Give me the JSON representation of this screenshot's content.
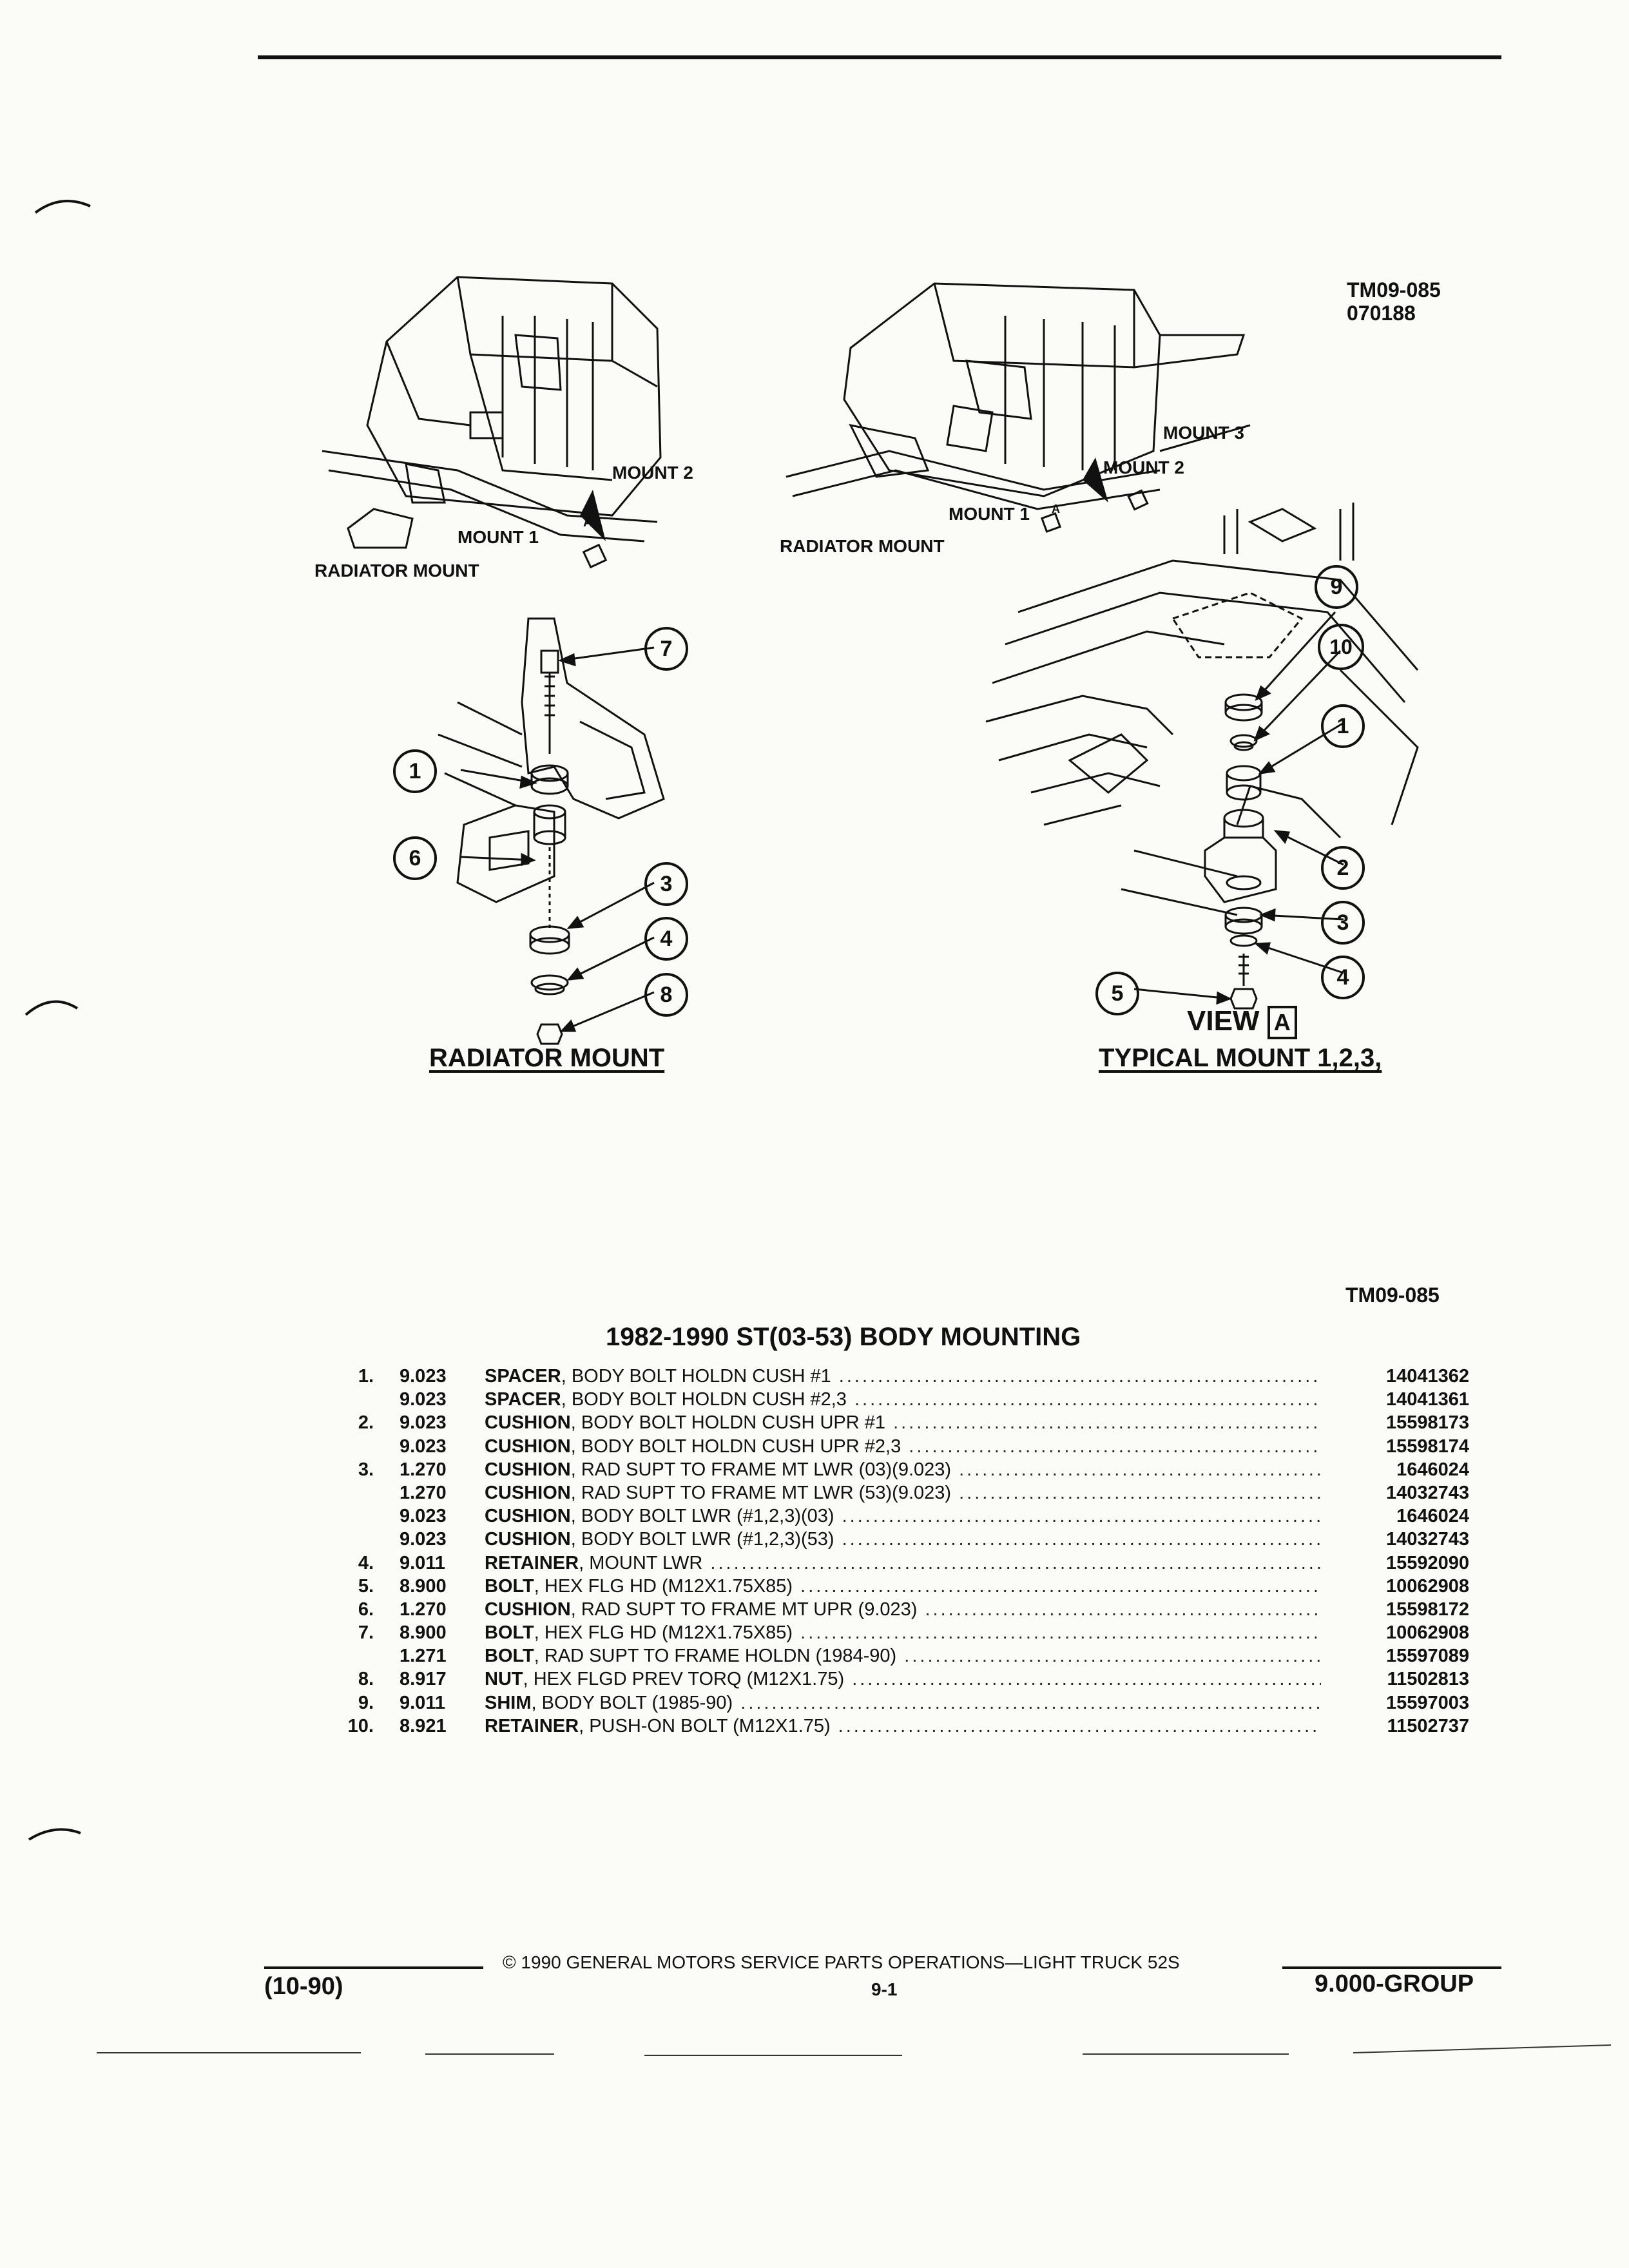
{
  "illustration": {
    "ref_code": "TM09-085",
    "ref_date": "070188",
    "left_view": {
      "labels": [
        "MOUNT 2",
        "MOUNT 1",
        "RADIATOR MOUNT"
      ],
      "view_marker": "A"
    },
    "right_view": {
      "labels": [
        "MOUNT 3",
        "MOUNT 2",
        "MOUNT 1",
        "RADIATOR MOUNT"
      ],
      "view_marker": "A"
    },
    "radiator_detail": {
      "callouts": [
        "7",
        "1",
        "6",
        "3",
        "4",
        "8"
      ],
      "caption": "RADIATOR MOUNT"
    },
    "typical_detail": {
      "callouts": [
        "9",
        "10",
        "1",
        "2",
        "3",
        "4",
        "5"
      ],
      "view_prefix": "VIEW",
      "view_letter": "A",
      "caption": "TYPICAL MOUNT 1,2,3,"
    }
  },
  "parts_list": {
    "ref_code": "TM09-085",
    "title": "1982-1990 ST(03-53) BODY MOUNTING",
    "rows": [
      {
        "num": "1.",
        "group": "9.023",
        "name": "SPACER",
        "desc": ", BODY BOLT HOLDN CUSH #1",
        "part": "14041362"
      },
      {
        "num": "",
        "group": "9.023",
        "name": "SPACER",
        "desc": ", BODY BOLT HOLDN CUSH #2,3",
        "part": "14041361"
      },
      {
        "num": "2.",
        "group": "9.023",
        "name": "CUSHION",
        "desc": ", BODY BOLT HOLDN CUSH UPR #1",
        "part": "15598173"
      },
      {
        "num": "",
        "group": "9.023",
        "name": "CUSHION",
        "desc": ", BODY BOLT HOLDN CUSH UPR #2,3",
        "part": "15598174"
      },
      {
        "num": "3.",
        "group": "1.270",
        "name": "CUSHION",
        "desc": ", RAD SUPT TO FRAME MT LWR (03)(9.023)",
        "part": "1646024"
      },
      {
        "num": "",
        "group": "1.270",
        "name": "CUSHION",
        "desc": ", RAD SUPT TO FRAME MT LWR (53)(9.023)",
        "part": "14032743"
      },
      {
        "num": "",
        "group": "9.023",
        "name": "CUSHION",
        "desc": ", BODY BOLT LWR (#1,2,3)(03)",
        "part": "1646024"
      },
      {
        "num": "",
        "group": "9.023",
        "name": "CUSHION",
        "desc": ", BODY BOLT LWR (#1,2,3)(53)",
        "part": "14032743"
      },
      {
        "num": "4.",
        "group": "9.011",
        "name": "RETAINER",
        "desc": ", MOUNT LWR",
        "part": "15592090"
      },
      {
        "num": "5.",
        "group": "8.900",
        "name": "BOLT",
        "desc": ", HEX FLG HD (M12X1.75X85)",
        "part": "10062908"
      },
      {
        "num": "6.",
        "group": "1.270",
        "name": "CUSHION",
        "desc": ", RAD SUPT TO FRAME MT UPR (9.023)",
        "part": "15598172"
      },
      {
        "num": "7.",
        "group": "8.900",
        "name": "BOLT",
        "desc": ", HEX FLG HD (M12X1.75X85)",
        "part": "10062908"
      },
      {
        "num": "",
        "group": "1.271",
        "name": "BOLT",
        "desc": ", RAD SUPT TO FRAME HOLDN (1984-90)",
        "part": "15597089"
      },
      {
        "num": "8.",
        "group": "8.917",
        "name": "NUT",
        "desc": ", HEX FLGD PREV TORQ (M12X1.75)",
        "part": "11502813"
      },
      {
        "num": "9.",
        "group": "9.011",
        "name": "SHIM",
        "desc": ", BODY BOLT (1985-90)",
        "part": "15597003"
      },
      {
        "num": "10.",
        "group": "8.921",
        "name": "RETAINER",
        "desc": ", PUSH-ON BOLT (M12X1.75)",
        "part": "11502737"
      }
    ]
  },
  "footer": {
    "date_code": "(10-90)",
    "copyright": "© 1990 GENERAL MOTORS SERVICE PARTS OPERATIONS—LIGHT TRUCK 52S",
    "page": "9-1",
    "group": "9.000-GROUP"
  }
}
